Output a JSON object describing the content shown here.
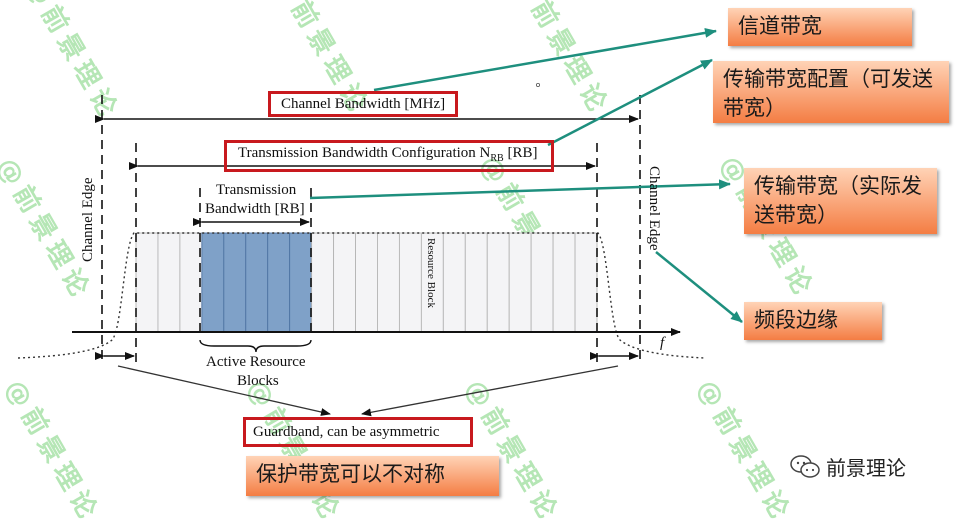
{
  "diagram": {
    "channel_bandwidth": "Channel Bandwidth [MHz]",
    "transmission_bw_config_pre": "Transmission Bandwidth Configuration N",
    "transmission_bw_config_sub": "RB",
    "transmission_bw_config_post": " [RB]",
    "transmission_bw_line1": "Transmission",
    "transmission_bw_line2": "Bandwidth [RB]",
    "channel_edge_left": "Channel Edge",
    "channel_edge_right": "Channel Edge",
    "resource_block": "Resource Block",
    "active_rb_line1": "Active Resource",
    "active_rb_line2": "Blocks",
    "guardband": "Guardband, can be asymmetric",
    "freq_axis": "f",
    "resource_block_count": 21,
    "active_block_count": 5,
    "active_block_start_index": 3
  },
  "callouts": {
    "channel_bandwidth_cn": "信道带宽",
    "transmission_config_cn": "传输带宽配置（可发送带宽）",
    "transmission_bw_cn": "传输带宽（实际发送带宽）",
    "band_edge_cn": "频段边缘",
    "guardband_cn": "保护带宽可以不对称"
  },
  "watermark": "@前景理论",
  "brand": "前景理论",
  "colors": {
    "highlight_red": "#c8191e",
    "arrow_teal": "#1e8f7e",
    "callout": "#f47d43",
    "active_block": "#7fa1c8",
    "watermark": "#5ac85a"
  }
}
